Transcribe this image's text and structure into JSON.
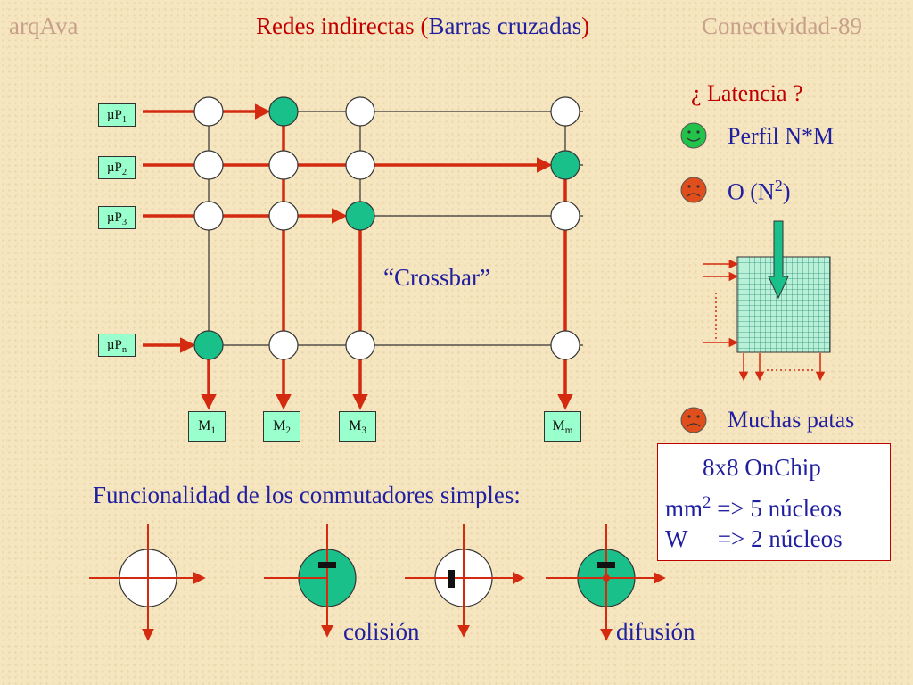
{
  "header": {
    "left": "arqAva",
    "center_red_1": "Redes indirectas (",
    "center_blue": "Barras cruzadas",
    "center_red_2": ")",
    "right": "Conectividad-89"
  },
  "processors": [
    {
      "prefix": "µP",
      "sub": "1"
    },
    {
      "prefix": "µP",
      "sub": "2"
    },
    {
      "prefix": "µP",
      "sub": "3"
    },
    {
      "prefix": "µP",
      "sub": "n"
    }
  ],
  "memories": [
    {
      "prefix": "M",
      "sub": "1"
    },
    {
      "prefix": "M",
      "sub": "2"
    },
    {
      "prefix": "M",
      "sub": "3"
    },
    {
      "prefix": "M",
      "sub": "m"
    }
  ],
  "crossbar_label": "“Crossbar”",
  "side": {
    "latency": "¿ Latencia ?",
    "profile": "Perfil N*M",
    "order_prefix": "O (N",
    "order_sup": "2",
    "order_suffix": ")",
    "pins": "Muchas patas"
  },
  "onchip": {
    "line1": "8x8 OnChip",
    "line2_prefix": "mm",
    "line2_sup": "2",
    "line2_suffix": " => 5 núcleos",
    "line3": "W     => 2 núcleos"
  },
  "switch_section": {
    "title": "Funcionalidad de los conmutadores simples:",
    "collision": "colisión",
    "diffusion": "difusión"
  },
  "colors": {
    "red": "#d42a10",
    "green": "#19c08a",
    "blue_text": "#1f1f9f",
    "box_fill": "#99ffcc"
  }
}
